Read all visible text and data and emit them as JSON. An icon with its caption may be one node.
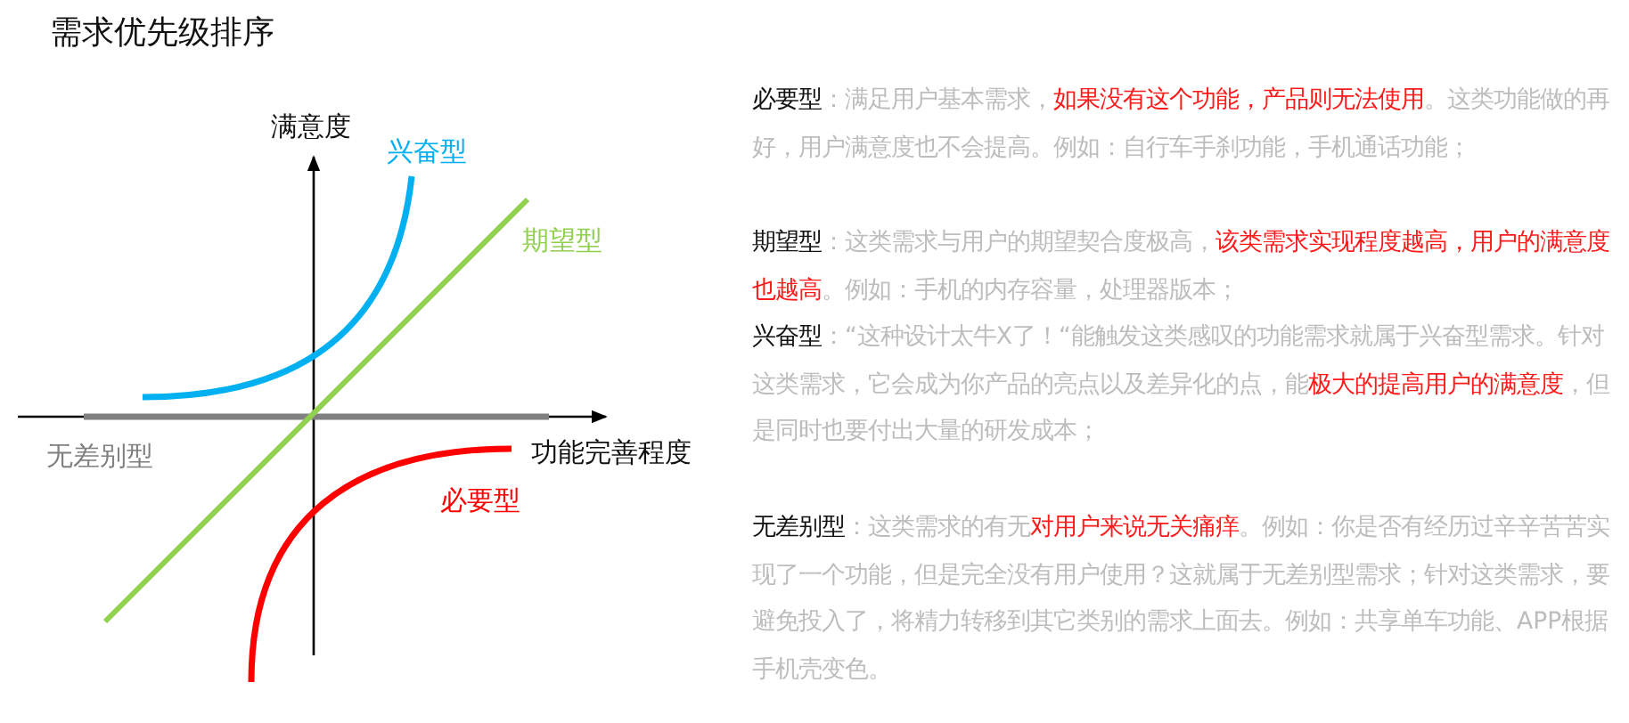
{
  "diagram": {
    "title": "需求优先级排序",
    "labels": [
      "满意度",
      "兴奋型",
      "期望型",
      "无差别型",
      "功能完善程度",
      "必要型",
      "*必要型*：满足用户基本需求，**如果没有这个功能，产品则无法使用**。这类功能做的再好，用户满意度也不会提高。例如：自行车手刹功能，手机通话功能；",
      "*期望型*：这类需求与用户的期望契合度极高，**该类需求实现程度越高，用户的满意度也越高**。例如：手机的内存容量，处理器版本；",
      "*兴奋型*：“这种设计太牛X了！“能触发这类感叹的功能需求就属于兴奋型需求。针对这类需求，它会成为你产品的亮点以及差异化的点，能**极大的提高用户的满意度**，但是同时也要付出大量的研发成本；",
      "*无差别型*：这类需求的有无**对用户来说无关痛痒**。例如：你是否有经历过辛辛苦苦实现了一个功能，但是完全没有用户使用？这就属于无差别型需求；针对这类需求，要避免投入了，将精力转移到其它类别的需求上面去。例如：共享单车功能、APP根据手机壳变色。"
    ]
  }
}
